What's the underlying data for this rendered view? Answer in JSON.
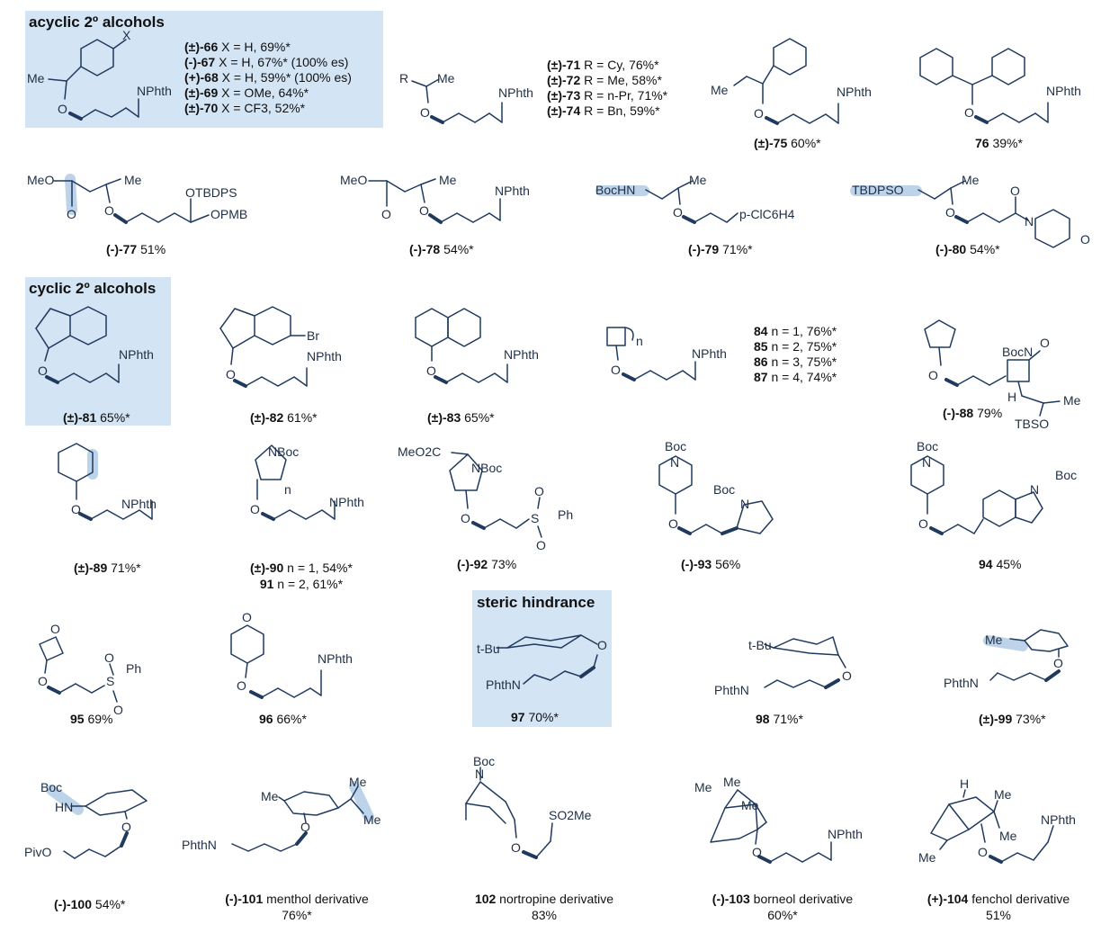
{
  "sections": {
    "acyclic": "acyclic 2º alcohols",
    "cyclic": "cyclic 2º alcohols",
    "steric": "steric hindrance"
  },
  "groups": {
    "g66": [
      {
        "id": "(±)-66",
        "text": " X = H, 69%*"
      },
      {
        "id": "(-)-67",
        "text": " X = H, 67%* (100% es)"
      },
      {
        "id": "(+)-68",
        "text": " X = H, 59%* (100% es)"
      },
      {
        "id": "(±)-69",
        "text": " X = OMe, 64%*"
      },
      {
        "id": "(±)-70",
        "text": " X = CF3, 52%*"
      }
    ],
    "g71": [
      {
        "id": "(±)-71",
        "text": " R = Cy, 76%*"
      },
      {
        "id": "(±)-72",
        "text": " R = Me, 58%*"
      },
      {
        "id": "(±)-73",
        "text": " R = n-Pr, 71%*"
      },
      {
        "id": "(±)-74",
        "text": " R = Bn, 59%*"
      }
    ],
    "g84": [
      {
        "id": "84",
        "text": " n = 1, 76%*"
      },
      {
        "id": "85",
        "text": " n = 2, 75%*"
      },
      {
        "id": "86",
        "text": " n = 3, 75%*"
      },
      {
        "id": "87",
        "text": " n = 4, 74%*"
      }
    ]
  },
  "captions": [
    {
      "id": "(±)-75",
      "text": " 60%*"
    },
    {
      "id": "76",
      "text": " 39%*"
    },
    {
      "id": "(-)-77",
      "text": " 51%"
    },
    {
      "id": "(-)-78",
      "text": " 54%*"
    },
    {
      "id": "(-)-79",
      "text": " 71%*"
    },
    {
      "id": "(-)-80",
      "text": " 54%*"
    },
    {
      "id": "(±)-81",
      "text": " 65%*"
    },
    {
      "id": "(±)-82",
      "text": " 61%*"
    },
    {
      "id": "(±)-83",
      "text": " 65%*"
    },
    {
      "id": "(-)-88",
      "text": " 79%"
    },
    {
      "id": "(±)-89",
      "text": " 71%*"
    },
    {
      "id": "(±)-90",
      "text": " n = 1, 54%*"
    },
    {
      "id": "91",
      "text": " n = 2, 61%*"
    },
    {
      "id": "(-)-92",
      "text": " 73%"
    },
    {
      "id": "(-)-93",
      "text": " 56%"
    },
    {
      "id": "94",
      "text": " 45%"
    },
    {
      "id": "95",
      "text": " 69%"
    },
    {
      "id": "96",
      "text": " 66%*"
    },
    {
      "id": "97",
      "text": " 70%*"
    },
    {
      "id": "98",
      "text": " 71%*"
    },
    {
      "id": "(±)-99",
      "text": " 73%*"
    },
    {
      "id": "(-)-100",
      "text": " 54%*"
    },
    {
      "id": "(-)-101",
      "text": " menthol derivative",
      "line2": "76%*"
    },
    {
      "id": "102",
      "text": " nortropine derivative",
      "line2": "83%"
    },
    {
      "id": "(-)-103",
      "text": " borneol derivative",
      "line2": "60%*"
    },
    {
      "id": "(+)-104",
      "text": " fenchol derivative",
      "line2": "51%"
    }
  ],
  "labels": {
    "nphth": "NPhth",
    "phthn": "PhthN",
    "me": "Me",
    "o": "O",
    "x": "X",
    "r": "R",
    "otbdps": "OTBDPS",
    "opmb": "OPMB",
    "meo": "MeO",
    "bochn": "BocHN",
    "p_clc6h4": "p-ClC6H4",
    "tbdpso": "TBDPSO",
    "n": "N",
    "br": "Br",
    "n_sub": "n",
    "bocn": "BocN",
    "h": "H",
    "tbso": "TBSO",
    "nboc": "NBoc",
    "meo2c": "MeO2C",
    "s": "S",
    "ph": "Ph",
    "boc": "Boc",
    "tbu": "t-Bu",
    "hn": "HN",
    "pivo": "PivO",
    "so2me": "SO2Me"
  }
}
